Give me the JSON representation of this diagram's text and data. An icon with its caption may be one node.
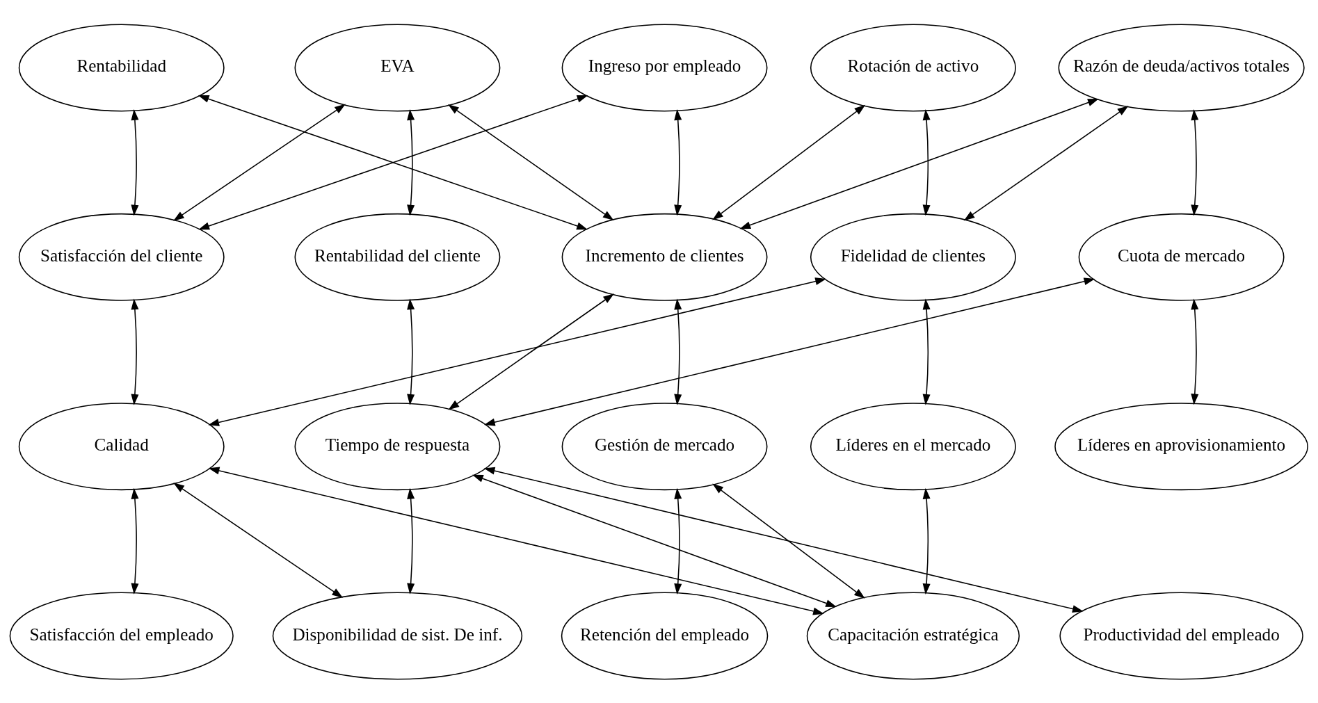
{
  "diagram": {
    "nodes": [
      {
        "text": [
          "Rentabilidad"
        ]
      },
      {
        "text": [
          "EVA"
        ]
      },
      {
        "text": [
          "Ingreso por empleado"
        ]
      },
      {
        "text": [
          "Rotación de activo"
        ]
      },
      {
        "text": [
          "Razón de deuda/activos totales"
        ]
      },
      {
        "text": [
          "Satisfacción del cliente"
        ]
      },
      {
        "text": [
          "Rentabilidad del cliente"
        ]
      },
      {
        "text": [
          "Incremento de clientes"
        ]
      },
      {
        "text": [
          "Fidelidad de clientes"
        ]
      },
      {
        "text": [
          "Cuota de mercado"
        ]
      },
      {
        "text": [
          "Calidad"
        ]
      },
      {
        "text": [
          "Tiempo de respuesta"
        ]
      },
      {
        "text": [
          "Gestión de mercado"
        ]
      },
      {
        "text": [
          "Líderes en el mercado"
        ]
      },
      {
        "text": [
          "Líderes en aprovisionamiento"
        ]
      },
      {
        "text": [
          "Satisfacción del empleado"
        ]
      },
      {
        "text": [
          "Disponibilidad de sist. De inf."
        ]
      },
      {
        "text": [
          "Retención del empleado"
        ]
      },
      {
        "text": [
          "Capacitación estratégica"
        ]
      },
      {
        "text": [
          "Productividad del empleado"
        ]
      }
    ],
    "edges": [
      {
        "from": 0,
        "to": 5,
        "arrow": "both"
      },
      {
        "from": 0,
        "to": 7,
        "arrow": "both"
      },
      {
        "from": 1,
        "to": 5,
        "arrow": "both"
      },
      {
        "from": 1,
        "to": 7,
        "arrow": "both"
      },
      {
        "from": 1,
        "to": 6,
        "arrow": "both"
      },
      {
        "from": 2,
        "to": 5,
        "arrow": "both"
      },
      {
        "from": 2,
        "to": 7,
        "arrow": "both"
      },
      {
        "from": 3,
        "to": 7,
        "arrow": "both"
      },
      {
        "from": 3,
        "to": 8,
        "arrow": "both"
      },
      {
        "from": 4,
        "to": 7,
        "arrow": "both"
      },
      {
        "from": 4,
        "to": 8,
        "arrow": "both"
      },
      {
        "from": 4,
        "to": 9,
        "arrow": "both"
      },
      {
        "from": 5,
        "to": 10,
        "arrow": "both"
      },
      {
        "from": 6,
        "to": 11,
        "arrow": "both"
      },
      {
        "from": 7,
        "to": 11,
        "arrow": "both"
      },
      {
        "from": 7,
        "to": 12,
        "arrow": "both"
      },
      {
        "from": 8,
        "to": 10,
        "arrow": "both"
      },
      {
        "from": 8,
        "to": 13,
        "arrow": "both"
      },
      {
        "from": 9,
        "to": 11,
        "arrow": "both"
      },
      {
        "from": 9,
        "to": 14,
        "arrow": "both"
      },
      {
        "from": 10,
        "to": 15,
        "arrow": "both"
      },
      {
        "from": 10,
        "to": 16,
        "arrow": "both"
      },
      {
        "from": 10,
        "to": 18,
        "arrow": "both"
      },
      {
        "from": 11,
        "to": 16,
        "arrow": "both"
      },
      {
        "from": 11,
        "to": 18,
        "arrow": "both"
      },
      {
        "from": 11,
        "to": 19,
        "arrow": "both"
      },
      {
        "from": 12,
        "to": 17,
        "arrow": "both"
      },
      {
        "from": 12,
        "to": 18,
        "arrow": "both"
      },
      {
        "from": 13,
        "to": 18,
        "arrow": "both"
      }
    ]
  }
}
